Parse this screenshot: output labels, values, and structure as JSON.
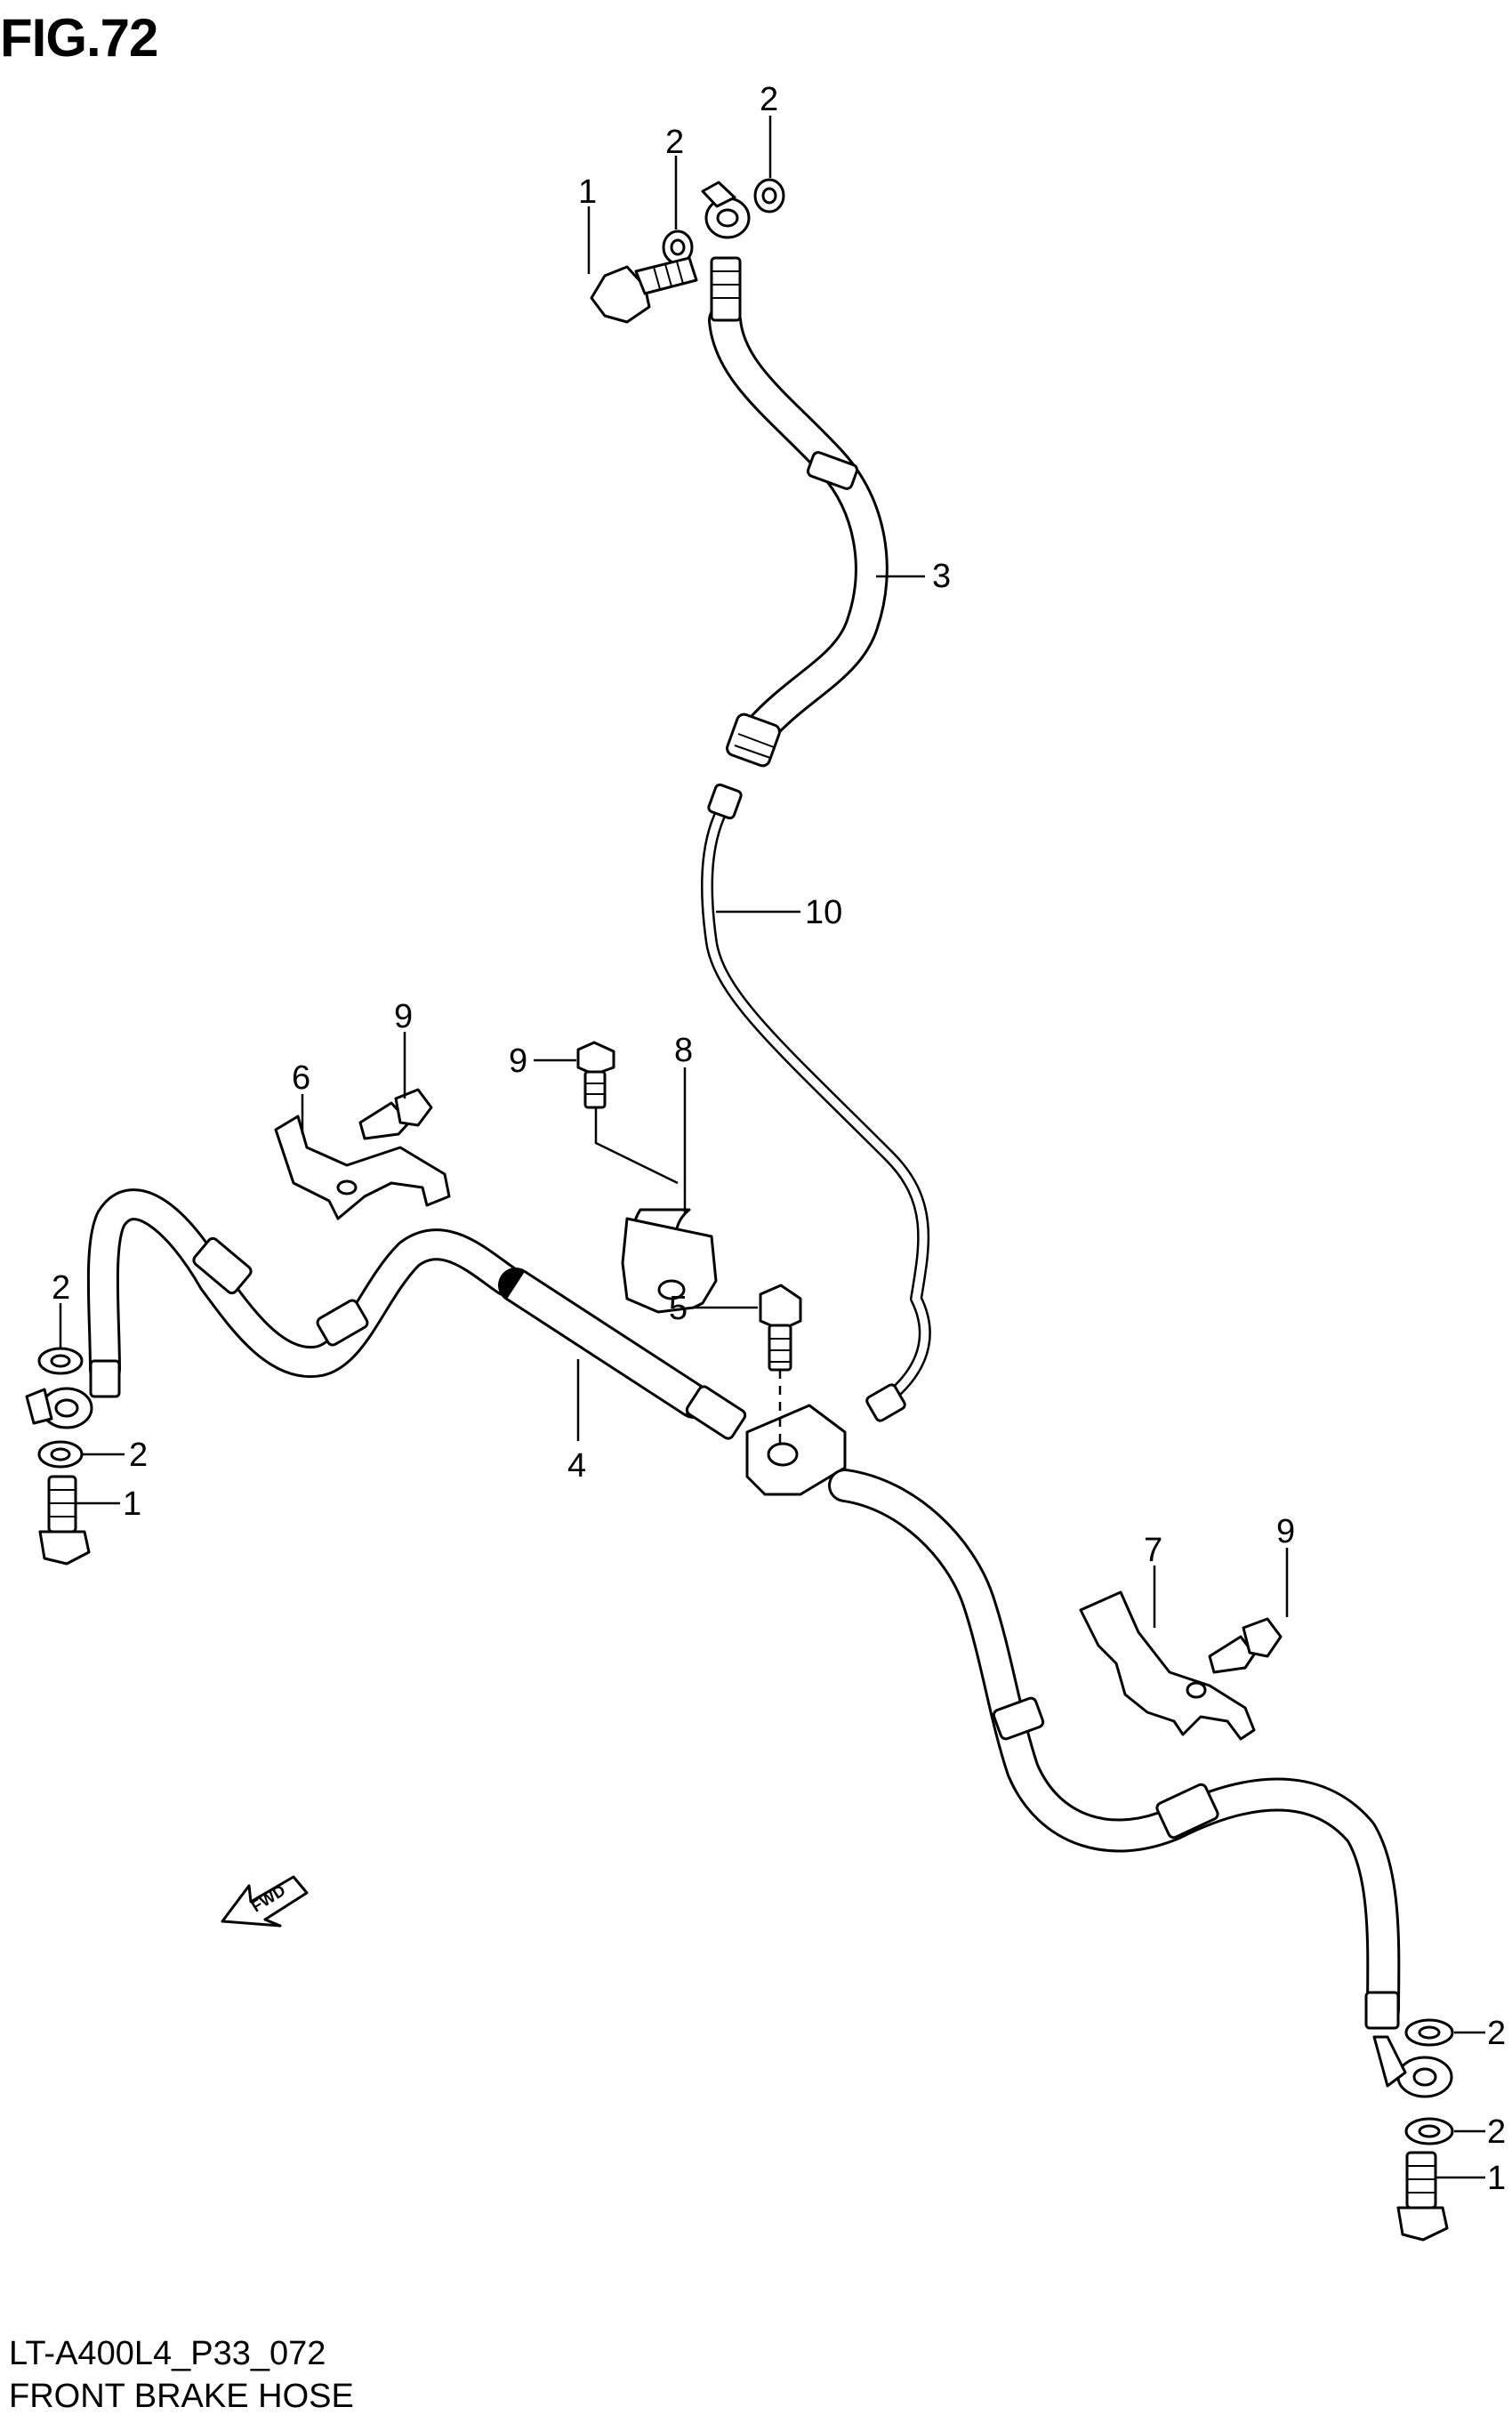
{
  "header": {
    "figure_title": "FIG.72"
  },
  "footer": {
    "code": "LT-A400L4_P33_072",
    "caption": "FRONT BRAKE HOSE"
  },
  "fwd_arrow": {
    "label": "FWD"
  },
  "callouts": {
    "top_bolt": "1",
    "top_washer_left": "2",
    "top_washer_right": "2",
    "upper_hose": "3",
    "center_hose": "4",
    "joint_bolt": "5",
    "left_bracket": "6",
    "right_bracket": "7",
    "hose_clamp": "8",
    "clamp_bolt": "9",
    "left_bracket_bolt": "9",
    "right_bracket_bolt": "9",
    "brake_pipe": "10",
    "left_washer_upper": "2",
    "left_washer_lower": "2",
    "left_union_bolt": "1",
    "right_washer_upper": "2",
    "right_washer_lower": "2",
    "right_union_bolt": "1"
  }
}
